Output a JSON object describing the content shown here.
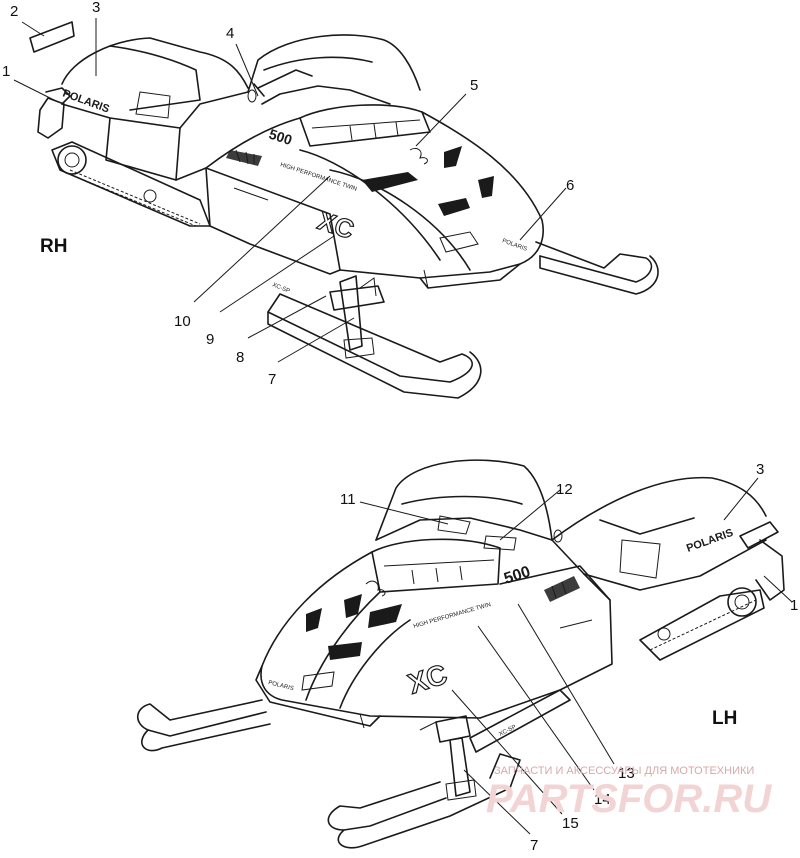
{
  "views": [
    {
      "id": "rh",
      "label": "RH"
    },
    {
      "id": "lh",
      "label": "LH"
    }
  ],
  "callouts_rh": [
    "1",
    "2",
    "3",
    "4",
    "5",
    "6",
    "7",
    "8",
    "9",
    "10"
  ],
  "callouts_lh": [
    "3",
    "1",
    "11",
    "12",
    "13",
    "14",
    "15",
    "7"
  ],
  "decals": {
    "brand": "POLARIS",
    "engine": "500",
    "model": "XC",
    "hood_text": "HIGH PERFORMANCE TWIN",
    "hood_brand": "POLARIS",
    "tunnel": "XC-SP"
  },
  "watermark": {
    "line1": "ЗАПЧАСТИ И АКСЕССУАРЫ ДЛЯ МОТОТЕХНИКИ",
    "line2": "PARTSFOR.RU"
  },
  "colors": {
    "line": "#1a1a1a",
    "watermark": "#d8a8a8"
  }
}
